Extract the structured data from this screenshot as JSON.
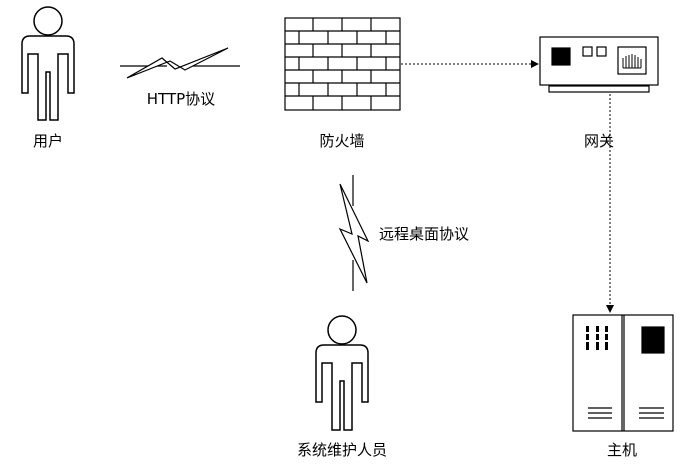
{
  "nodes": {
    "user": {
      "label": "用户",
      "icon": "person-icon"
    },
    "firewall": {
      "label": "防火墙",
      "icon": "brick-wall-icon"
    },
    "gateway": {
      "label": "网关",
      "icon": "gateway-device-icon"
    },
    "host": {
      "label": "主机",
      "icon": "server-rack-icon"
    },
    "maintainer": {
      "label": "系统维护人员",
      "icon": "person-icon"
    }
  },
  "links": {
    "http": {
      "label": "HTTP协议",
      "icon": "lightning-link-icon"
    },
    "rdp": {
      "label": "远程桌面协议",
      "icon": "lightning-link-icon"
    }
  },
  "colors": {
    "stroke": "#000000",
    "fill": "#ffffff",
    "text": "#000000"
  }
}
